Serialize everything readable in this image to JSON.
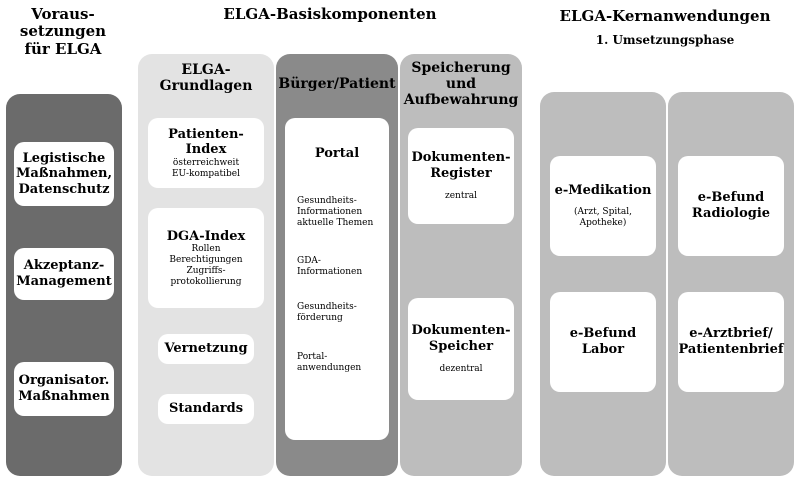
{
  "headers": {
    "left": "Voraus-\nsetzungen\nfür ELGA",
    "middle": "ELGA-Basiskomponenten",
    "right_title": "ELGA-Kernanwendungen",
    "right_subtitle": "1. Umsetzungsphase"
  },
  "voraussetzungen": {
    "items": [
      "Legistische\nMaßnahmen,\nDatenschutz",
      "Akzeptanz-\nManagement",
      "Organisator.\nMaßnahmen"
    ]
  },
  "grundlagen": {
    "title": "ELGA-\nGrundlagen",
    "patienten_index": {
      "title": "Patienten-Index",
      "sub": "österreichweit\nEU-kompatibel"
    },
    "dga_index": {
      "title": "DGA-Index",
      "sub": "Rollen\nBerechtigungen\nZugriffs-\nprotokollierung"
    },
    "vernetzung": "Vernetzung",
    "standards": "Standards"
  },
  "buerger": {
    "title": "Bürger/Patient",
    "portal_title": "Portal",
    "items": [
      "Gesundheits-\nInformationen\naktuelle Themen",
      "GDA-\nInformationen",
      "Gesundheits-\nförderung",
      "Portal-\nanwendungen"
    ]
  },
  "speicherung": {
    "title": "Speicherung\nund\nAufbewahrung",
    "register": {
      "title": "Dokumenten-\nRegister",
      "sub": "zentral"
    },
    "speicher": {
      "title": "Dokumenten-\nSpeicher",
      "sub": "dezentral"
    }
  },
  "kern": {
    "medikation": {
      "title": "e-Medikation",
      "sub": "(Arzt, Spital,\nApotheke)"
    },
    "labor": "e-Befund\nLabor",
    "radiologie": "e-Befund\nRadiologie",
    "arztbrief": "e-Arztbrief/\nPatientenbrief"
  },
  "colors": {
    "dark_column": "#6b6b6b",
    "mid_column": "#8a8a8a",
    "light_column": "#e3e3e3",
    "gray_column": "#bdbdbd",
    "box": "#ffffff"
  }
}
